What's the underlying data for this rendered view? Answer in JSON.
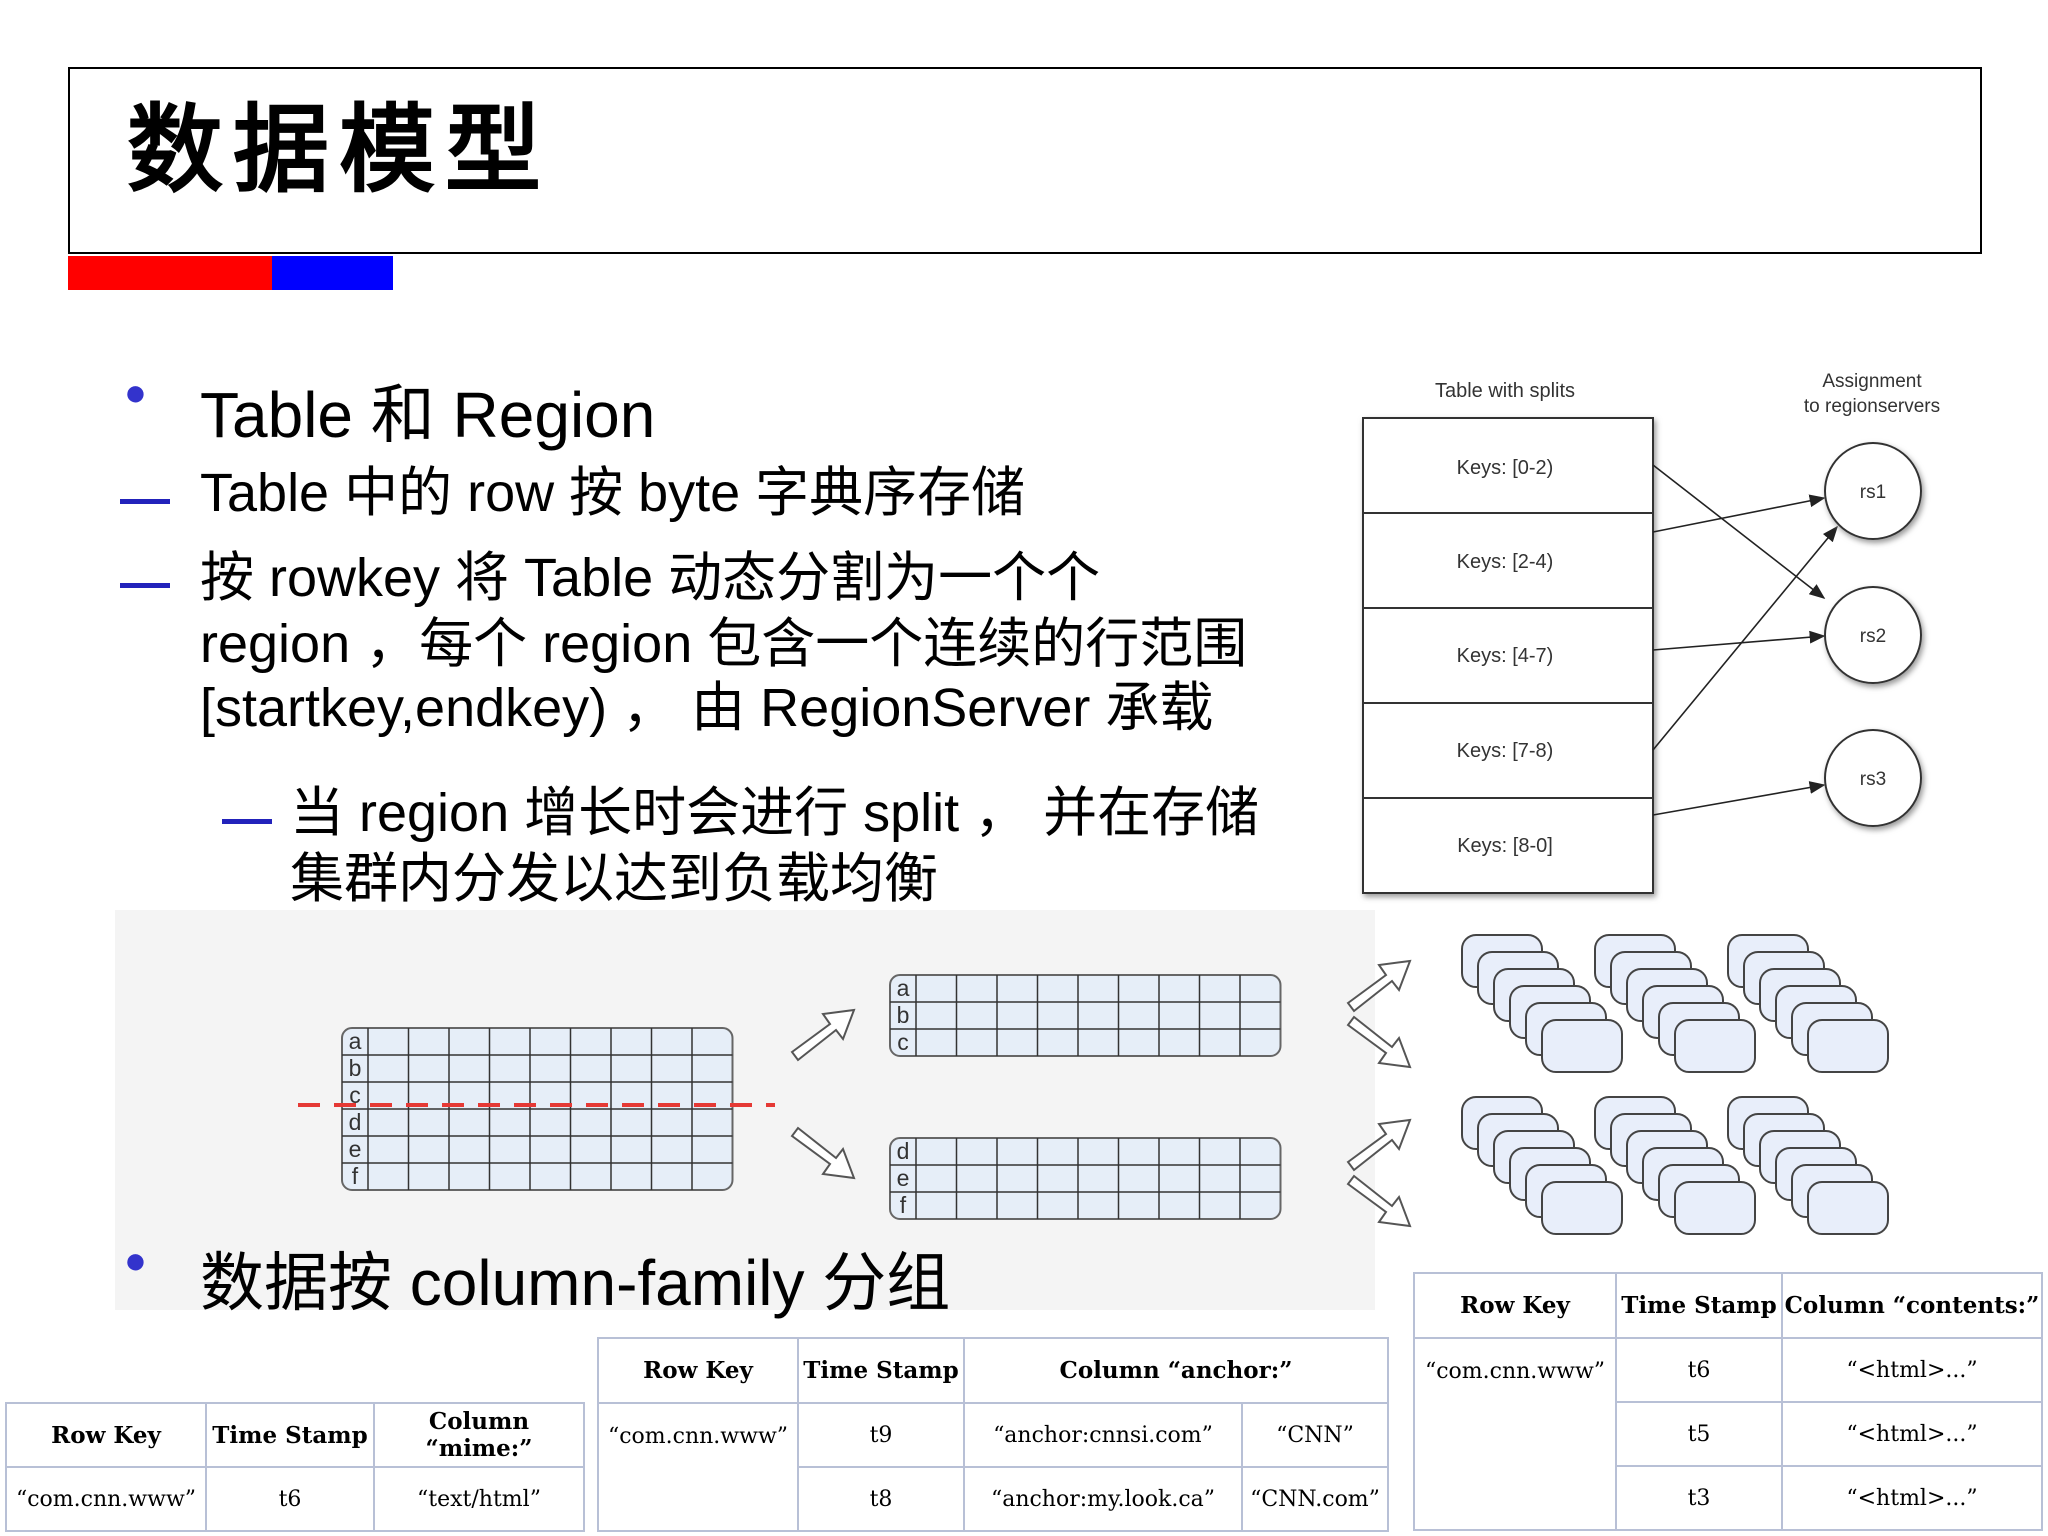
{
  "slide": {
    "title": "数据模型",
    "bullet1": {
      "label": "Table 和 Region"
    },
    "sub1": "Table 中的 row 按 byte 字典序存储",
    "sub2_lines": [
      "按 rowkey 将 Table 动态分割为一个个",
      "region ，每个 region 包含一个连续的行范围",
      "[startkey,endkey) ， 由 RegionServer 承载"
    ],
    "sub3_lines": [
      "当 region 增长时会进行 split ， 并在存储",
      "集群内分发以达到负载均衡"
    ],
    "bullet2": {
      "label": "数据按 column-family 分组"
    }
  },
  "diagram": {
    "table_label": "Table with splits",
    "assign_label_lines": [
      "Assignment",
      "to regionservers"
    ],
    "keys": [
      "Keys: [0-2)",
      "Keys: [2-4)",
      "Keys: [4-7)",
      "Keys: [7-8)",
      "Keys: [8-0]"
    ],
    "servers": [
      "rs1",
      "rs2",
      "rs3"
    ]
  },
  "split_figure": {
    "left_rows": [
      "a",
      "b",
      "c",
      "d",
      "e",
      "f"
    ],
    "top_rows": [
      "a",
      "b",
      "c"
    ],
    "bottom_rows": [
      "d",
      "e",
      "f"
    ]
  },
  "tables": {
    "mime": {
      "headers": [
        "Row Key",
        "Time Stamp",
        "Column “mime:”"
      ],
      "row": [
        "“com.cnn.www”",
        "t6",
        "“text/html”"
      ]
    },
    "anchor": {
      "headers": [
        "Row Key",
        "Time Stamp",
        "Column “anchor:”"
      ],
      "row_key": "“com.cnn.www”",
      "rows": [
        [
          "t9",
          "“anchor:cnnsi.com”",
          "“CNN”"
        ],
        [
          "t8",
          "“anchor:my.look.ca”",
          "“CNN.com”"
        ]
      ]
    },
    "contents": {
      "headers": [
        "Row Key",
        "Time Stamp",
        "Column “contents:”"
      ],
      "row_key": "“com.cnn.www”",
      "rows": [
        [
          "t6",
          "“<html>...”"
        ],
        [
          "t5",
          "“<html>...”"
        ],
        [
          "t3",
          "“<html>...”"
        ]
      ]
    }
  },
  "colors": {
    "red_bar": "#ff0000",
    "blue_bar": "#0000ff",
    "bullet": "#3333cc",
    "split_line": "#e53935"
  }
}
